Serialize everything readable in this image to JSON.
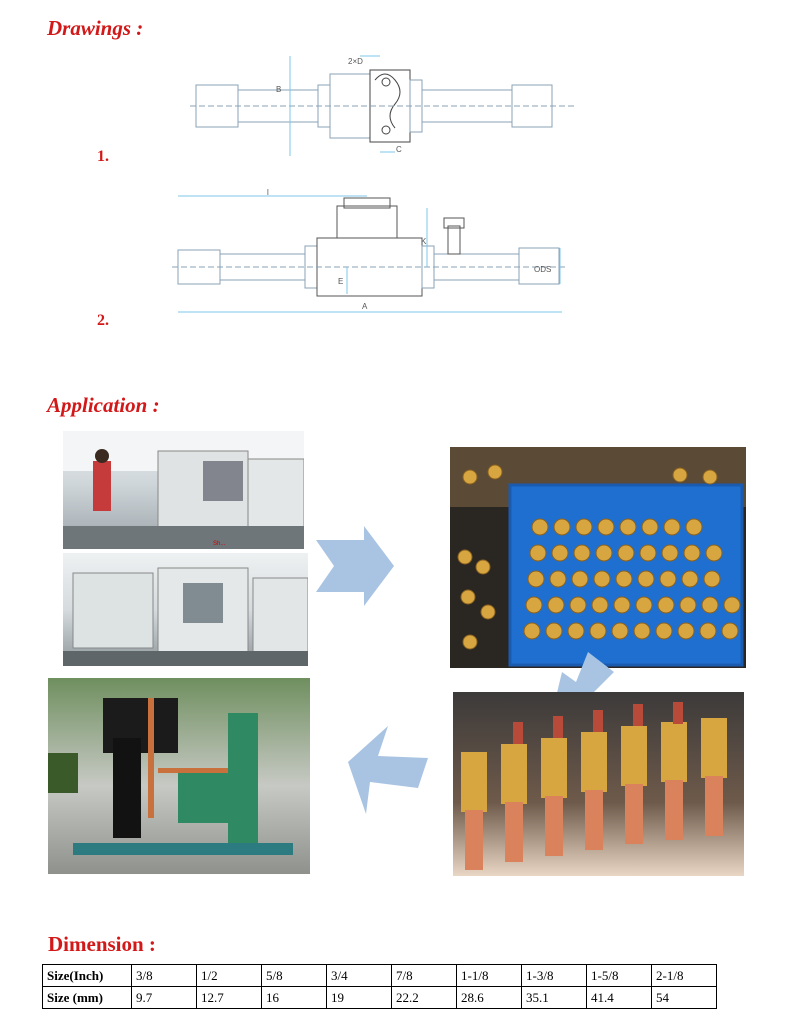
{
  "headings": {
    "drawings": "Drawings :",
    "application": "Application :",
    "dimension": "Dimension :"
  },
  "drawings": {
    "item1_number": "1.",
    "item2_number": "2.",
    "item1_labels": {
      "top": "2×D",
      "side": "B",
      "bottom": "C"
    },
    "item2_labels": {
      "length": "l",
      "height": "K",
      "small": "E",
      "total": "A",
      "od": "ODS"
    }
  },
  "application": {
    "watermark": "Sh..."
  },
  "dimension_table": {
    "rows": [
      {
        "label": "Size(Inch)",
        "values": [
          "3/8",
          "1/2",
          "5/8",
          "3/4",
          "7/8",
          "1-1/8",
          "1-3/8",
          "1-5/8",
          "2-1/8"
        ]
      },
      {
        "label": "Size (mm)",
        "values": [
          "9.7",
          "12.7",
          "16",
          "19",
          "22.2",
          "28.6",
          "35.1",
          "41.4",
          "54"
        ]
      }
    ]
  },
  "colors": {
    "heading": "#d21818",
    "arrow": "#a9c4e3",
    "crate": "#1f6fd1",
    "brass": "#d8a640",
    "copper": "#d9825c"
  }
}
